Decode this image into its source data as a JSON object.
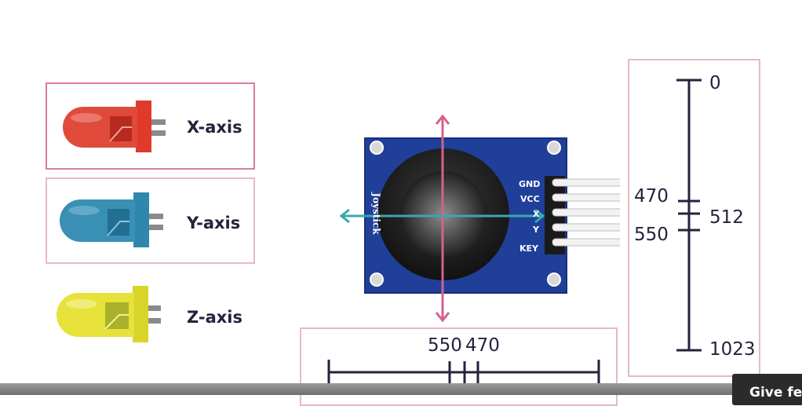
{
  "legend": {
    "x_axis": "X-axis",
    "y_axis": "Y-axis",
    "z_axis": "Z-axis"
  },
  "module": {
    "brand": "Joystick",
    "pins": [
      "GND",
      "VCC",
      "X",
      "Y",
      "KEY"
    ]
  },
  "vertical_scale": {
    "top": "0",
    "middle": "512",
    "bottom": "1023",
    "upper_threshold": "470",
    "lower_threshold": "550"
  },
  "horizontal_scale": {
    "left_threshold": "550",
    "right_threshold": "470"
  },
  "footer": {
    "feedback_label": "Give fe"
  },
  "colors": {
    "x_led": "#e03a2c",
    "y_led": "#2f87ad",
    "z_led": "#dede2a",
    "vertical_arrow": "#d65f8e",
    "horizontal_arrow": "#3aa8ad",
    "board": "#1f3f99",
    "scale_line": "#23233d"
  }
}
